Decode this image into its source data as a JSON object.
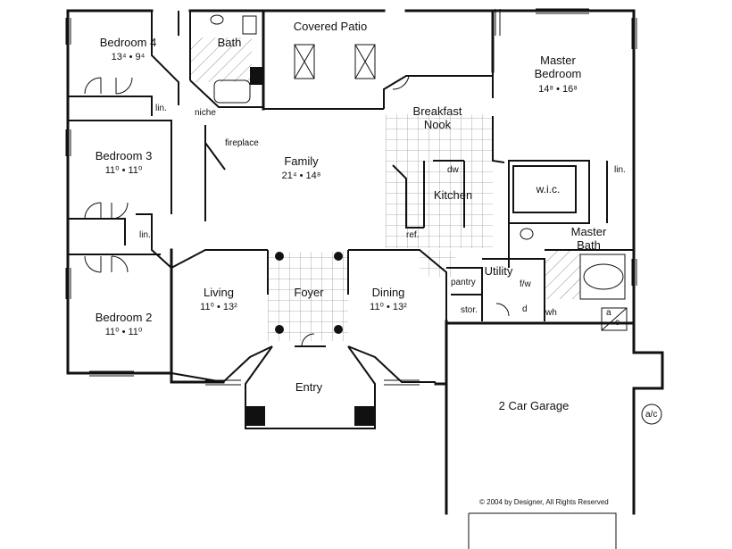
{
  "rooms": {
    "bedroom4": {
      "name": "Bedroom 4",
      "dims": "13⁴ • 9⁴"
    },
    "bath": {
      "name": "Bath"
    },
    "covered_patio": {
      "name": "Covered Patio"
    },
    "master_bedroom": {
      "name": "Master Bedroom",
      "dims": "14⁸ • 16⁸"
    },
    "breakfast_nook": {
      "name": "Breakfast Nook"
    },
    "bedroom3": {
      "name": "Bedroom 3",
      "dims": "11⁰ • 11⁰"
    },
    "family": {
      "name": "Family",
      "dims": "21⁴ • 14⁸"
    },
    "kitchen": {
      "name": "Kitchen"
    },
    "wic": {
      "name": "w.i.c."
    },
    "master_bath": {
      "name": "Master Bath"
    },
    "utility": {
      "name": "Utility"
    },
    "living": {
      "name": "Living",
      "dims": "11⁰ • 13²"
    },
    "foyer": {
      "name": "Foyer"
    },
    "dining": {
      "name": "Dining",
      "dims": "11⁰ • 13²"
    },
    "bedroom2": {
      "name": "Bedroom 2",
      "dims": "11⁰ • 11⁰"
    },
    "entry": {
      "name": "Entry"
    },
    "garage": {
      "name": "2 Car Garage"
    }
  },
  "fixtures": {
    "lin1": "lin.",
    "lin2": "lin.",
    "lin3": "lin.",
    "niche": "niche",
    "fireplace": "fireplace",
    "dw": "dw",
    "ref": "ref.",
    "pantry": "pantry",
    "stor": "stor.",
    "wh": "wh",
    "ac_top": "a",
    "ac_bottom": "c",
    "ac_ext": "a/c",
    "fw": "f/w",
    "d": "d"
  },
  "copyright": "© 2004 by Designer, All Rights Reserved",
  "colors": {
    "line": "#111111",
    "background": "#ffffff",
    "tile": "#9a9a9a"
  }
}
